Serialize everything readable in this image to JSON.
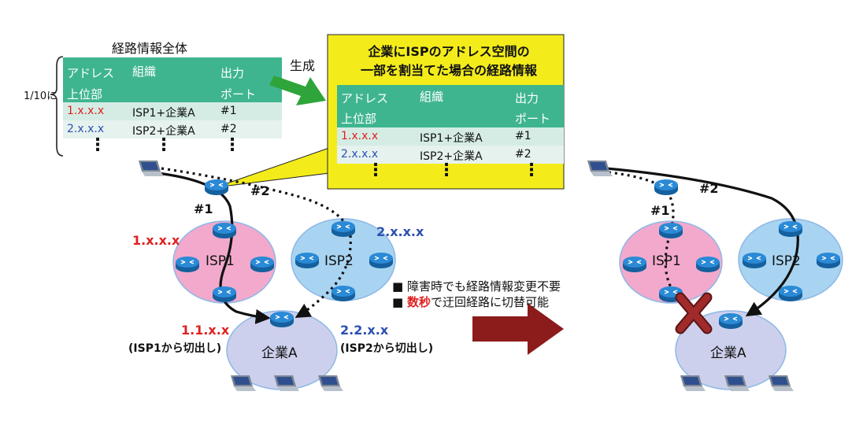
{
  "colors": {
    "table_header": "#3fb58f",
    "row_light": "#d5ece4",
    "row_lighter": "#e6f2ee",
    "callout_bg": "#f3ec1a",
    "arrow_green": "#2fa43a",
    "arrow_darkred": "#8c1c1c",
    "isp1_fill": "#f2a9cc",
    "isp2_fill": "#a8d4f2",
    "company_fill": "#cdd0ec",
    "router": "#1f77c3",
    "addr_red": "#e02020",
    "addr_blue": "#2b4fb0",
    "cross": "#a12a2a"
  },
  "left_table": {
    "caption": "経路情報全体",
    "scale_note": "1/10に",
    "headers": {
      "prefix": "アドレス\n上位部",
      "org": "組織",
      "port": "出力\nポート"
    },
    "rows": [
      {
        "prefix": "1.x.x.x",
        "org": "ISP1+企業A",
        "port": "#1"
      },
      {
        "prefix": "2.x.x.x",
        "org": "ISP2+企業A",
        "port": "#2"
      }
    ],
    "ellipsis": "⋮"
  },
  "generate_label": "生成",
  "callout": {
    "title_line1": "企業にISPのアドレス空間の",
    "title_line2": "一部を割当てた場合の経路情報",
    "headers": {
      "prefix": "アドレス\n上位部",
      "org": "組織",
      "port": "出力\nポート"
    },
    "rows": [
      {
        "prefix": "1.x.x.x",
        "org": "ISP1+企業A",
        "port": "#1"
      },
      {
        "prefix": "2.x.x.x",
        "org": "ISP2+企業A",
        "port": "#2"
      }
    ],
    "ellipsis": "⋮"
  },
  "left_network": {
    "path1": "#1",
    "path2": "#2",
    "isp1_addr": "1.x.x.x",
    "isp1_label": "ISP1",
    "isp2_addr": "2.x.x.x",
    "isp2_label": "ISP2",
    "company_label": "企業A",
    "company_addr1": "1.1.x.x",
    "company_addr1_note": "(ISP1から切出し)",
    "company_addr2": "2.2.x.x",
    "company_addr2_note": "(ISP2から切出し)"
  },
  "benefits": {
    "bullet": "■",
    "line1": "障害時でも経路情報変更不要",
    "line2_highlight": "数秒",
    "line2_rest": "で迂回経路に切替可能"
  },
  "right_network": {
    "path1": "#1",
    "path2": "#2",
    "isp1_label": "ISP1",
    "isp2_label": "ISP2",
    "company_label": "企業A"
  }
}
